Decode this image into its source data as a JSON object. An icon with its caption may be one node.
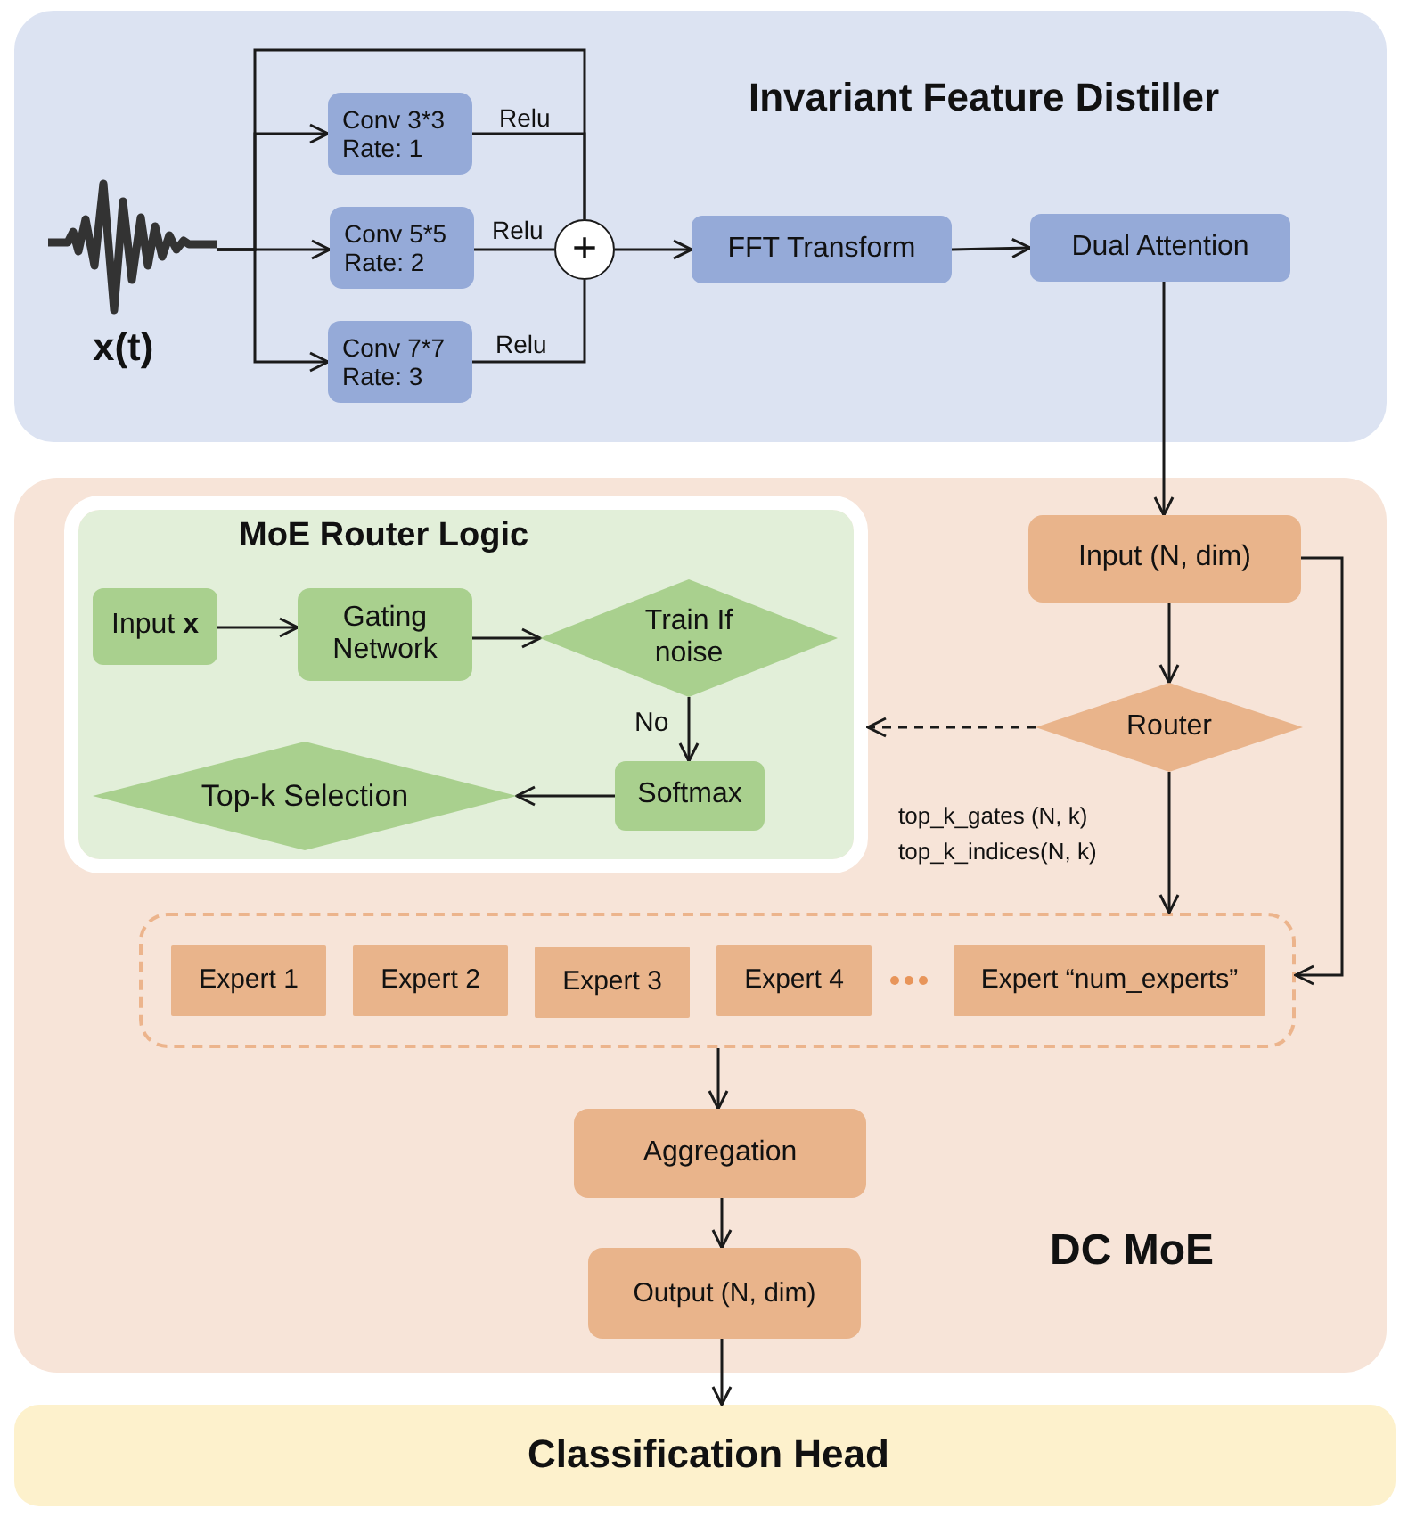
{
  "diagram": {
    "nodes": [
      {
        "text": [
          "Invariant Feature Distiller"
        ]
      },
      {
        "text": [],
        "shape": "picture",
        "beside": [
          "x(t)"
        ],
        "in": 0
      },
      {
        "text": [
          "Conv 3*3 Rate: 1"
        ],
        "in": 0
      },
      {
        "text": [
          "Conv 5*5 Rate: 2"
        ],
        "in": 0
      },
      {
        "text": [
          "Conv 7*7 Rate: 3"
        ],
        "in": 0
      },
      {
        "text": [
          "+"
        ],
        "in": 0
      },
      {
        "text": [
          "FFT Transform"
        ],
        "in": 0
      },
      {
        "text": [
          "Dual Attention"
        ],
        "in": 0
      },
      {
        "text": [
          "DC MoE"
        ]
      },
      {
        "text": [
          "MoE Router Logic"
        ],
        "in": 8
      },
      {
        "text": [
          "Input **x**"
        ],
        "in": 9
      },
      {
        "text": [
          "Gating Network"
        ],
        "in": 9
      },
      {
        "text": [
          "Train If noise"
        ],
        "in": 9
      },
      {
        "text": [
          "Softmax"
        ],
        "in": 9
      },
      {
        "text": [
          "Top-k Selection"
        ],
        "in": 9
      },
      {
        "text": [
          "Input (N, dim)"
        ],
        "in": 8
      },
      {
        "text": [
          "Router"
        ],
        "in": 8
      },
      {
        "text": [],
        "shape": "box",
        "in": 8
      },
      {
        "text": [
          "Expert 1"
        ],
        "in": 17
      },
      {
        "text": [
          "Expert 2"
        ],
        "in": 17
      },
      {
        "text": [
          "Expert 3"
        ],
        "in": 17
      },
      {
        "text": [
          "Expert 4"
        ],
        "in": 17
      },
      {
        "text": [
          "Expert “num_experts”"
        ],
        "in": 17
      },
      {
        "text": [
          "Aggregation"
        ],
        "in": 8
      },
      {
        "text": [
          "Output (N, dim)"
        ],
        "in": 8
      },
      {
        "text": [
          "Classification Head"
        ]
      }
    ],
    "edges": [
      {
        "from": 1,
        "to": 2,
        "arrow": "to"
      },
      {
        "from": 1,
        "to": 3,
        "arrow": "to"
      },
      {
        "from": 1,
        "to": 4,
        "arrow": "to"
      },
      {
        "from": 1,
        "to": 5,
        "arrow": "none"
      },
      {
        "from": 2,
        "to": 5,
        "arrow": "none",
        "label": "Relu"
      },
      {
        "from": 3,
        "to": 5,
        "arrow": "none",
        "label": "Relu"
      },
      {
        "from": 4,
        "to": 5,
        "arrow": "none",
        "label": "Relu"
      },
      {
        "from": 5,
        "to": 6,
        "arrow": "to"
      },
      {
        "from": 6,
        "to": 7,
        "arrow": "to"
      },
      {
        "from": 7,
        "to": 15,
        "arrow": "to"
      },
      {
        "from": 10,
        "to": 11,
        "arrow": "to"
      },
      {
        "from": 11,
        "to": 12,
        "arrow": "to"
      },
      {
        "from": 12,
        "to": 13,
        "arrow": "to",
        "label": "No"
      },
      {
        "from": 13,
        "to": 14,
        "arrow": "to"
      },
      {
        "from": 15,
        "to": 16,
        "arrow": "to"
      },
      {
        "from": 16,
        "to": 9,
        "arrow": "to",
        "style": "dashed"
      },
      {
        "from": 16,
        "to": 17,
        "arrow": "to",
        "label": "top_k_gates (N, k) top_k_indices(N, k)"
      },
      {
        "from": 15,
        "to": 17,
        "arrow": "to"
      },
      {
        "from": 17,
        "to": 23,
        "arrow": "to"
      },
      {
        "from": 23,
        "to": 24,
        "arrow": "to"
      },
      {
        "from": 24,
        "to": 25,
        "arrow": "to"
      }
    ]
  }
}
